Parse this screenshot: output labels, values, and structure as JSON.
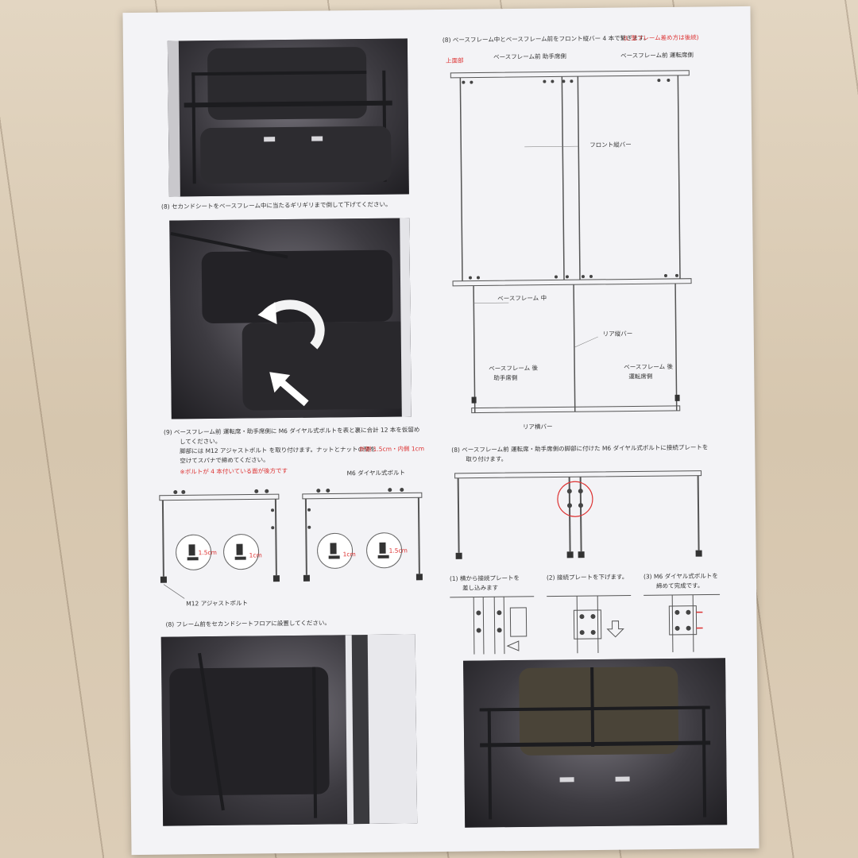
{
  "left": {
    "step8a": "(8)  セカンドシートをベースフレーム中に当たるギリギリまで倒して下げてください。",
    "step9": {
      "line1": "(9)  ベースフレーム前  運転席・助手席側に M6 ダイヤル式ボルトを表と裏に合計 12 本を仮留め",
      "line2": "してください。",
      "line3a": "脚部には M12 アジャストボルト を取り付けます。ナットとナットの間を",
      "line3b": "外側 1.5cm・内側 1cm",
      "line4": "空けてスパナで締めてください。",
      "note": "※ボルトが 4 本付いている面が後方です",
      "m6_label": "M6 ダイヤル式ボルト",
      "m12_label": "M12 アジャストボルト",
      "dim_outer": "1.5cm",
      "dim_inner": "1cm"
    },
    "step8b": "(8)  フレーム前をセカンドシートフロアに設置してください。"
  },
  "right": {
    "step8_top": {
      "line": "(8)  ベースフレーム中とベースフレーム前をフロント縦バー 4 本で繋ぎます。",
      "line_red": "(L 型フレーム差め方は後続)",
      "upper": "上面部",
      "front_passenger": "ベースフレーム前 助手席側",
      "front_driver": "ベースフレーム前 運転席側",
      "front_vbar": "フロント縦バー",
      "middle": "ベースフレーム 中",
      "rear_vbar": "リア縦バー",
      "rear_passenger_1": "ベースフレーム 後",
      "rear_passenger_2": "助手席側",
      "rear_driver_1": "ベースフレーム 後",
      "rear_driver_2": "運転席側",
      "rear_hbar": "リア横バー"
    },
    "step8_plate": {
      "line1": "(8)  ベースフレーム前 運転席・助手席側の脚部に付けた M6 ダイヤル式ボルトに接続プレートを",
      "line2": "取り付けます。",
      "s1a": "(1)  横から接続プレートを",
      "s1b": "差し込みます",
      "s2": "(2)  接続プレートを下げます。",
      "s3a": "(3)  M6 ダイヤル式ボルトを",
      "s3b": "締めて完成です。"
    }
  },
  "colors": {
    "paper": "#f3f3f6",
    "red": "#d33333",
    "ink": "#333333"
  }
}
